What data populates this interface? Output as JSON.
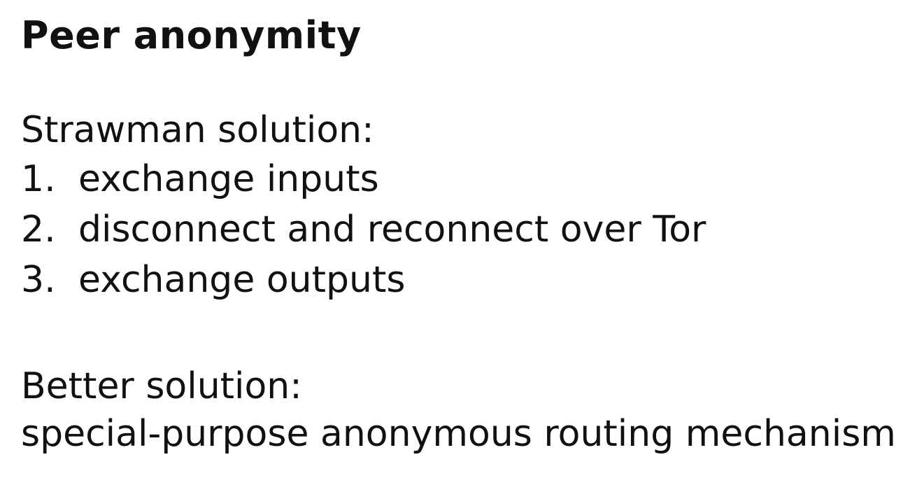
{
  "slide": {
    "title": "Peer anonymity",
    "strawman_heading": "Strawman solution:",
    "steps": [
      {
        "number": "1.",
        "text": "exchange inputs"
      },
      {
        "number": "2.",
        "text": "disconnect and reconnect over Tor"
      },
      {
        "number": "3.",
        "text": "exchange outputs"
      }
    ],
    "better_heading": "Better solution:",
    "better_text": "special-purpose anonymous routing mechanism"
  }
}
